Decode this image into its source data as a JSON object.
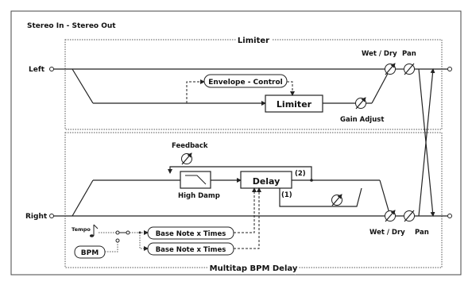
{
  "title": "Stereo In - Stereo Out",
  "sections": {
    "limiter": "Limiter",
    "delay": "Multitap BPM Delay"
  },
  "inputs": {
    "left": "Left",
    "right": "Right"
  },
  "blocks": {
    "envelope_control": "Envelope - Control",
    "limiter": "Limiter",
    "delay": "Delay",
    "base_note_1": "Base Note x Times",
    "base_note_2": "Base Note x Times",
    "bpm": "BPM"
  },
  "labels": {
    "wet_dry_top": "Wet / Dry",
    "pan_top": "Pan",
    "gain_adjust": "Gain Adjust",
    "feedback": "Feedback",
    "high_damp": "High Damp",
    "tap_2": "(2)",
    "tap_1": "(1)",
    "tempo": "Tempo",
    "wet_dry_bottom": "Wet / Dry",
    "pan_bottom": "Pan"
  }
}
